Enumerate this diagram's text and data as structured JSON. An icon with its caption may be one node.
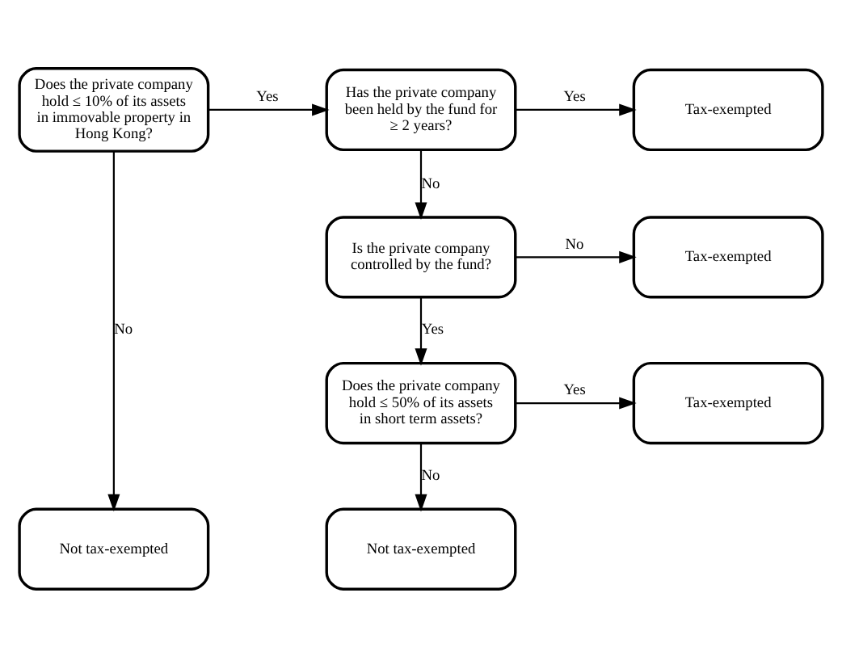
{
  "diagram": {
    "nodes": [
      {
        "text": [
          "Does the private company hold ≤ 10% of its assets in immovable property in Hong Kong?"
        ]
      },
      {
        "text": [
          "Has the private company been held by the fund for ≥ 2 years?"
        ]
      },
      {
        "text": [
          "Tax-exempted"
        ]
      },
      {
        "text": [
          "Is the private company controlled by the fund?"
        ]
      },
      {
        "text": [
          "Tax-exempted"
        ]
      },
      {
        "text": [
          "Does the private company hold ≤ 50% of its assets in short term assets?"
        ]
      },
      {
        "text": [
          "Tax-exempted"
        ]
      },
      {
        "text": [
          "Not tax-exempted"
        ]
      },
      {
        "text": [
          "Not tax-exempted"
        ]
      }
    ],
    "edges": [
      {
        "from": 0,
        "to": 1,
        "arrow": "to",
        "label": "Yes"
      },
      {
        "from": 1,
        "to": 2,
        "arrow": "to",
        "label": "Yes"
      },
      {
        "from": 1,
        "to": 3,
        "arrow": "to",
        "label": "No"
      },
      {
        "from": 3,
        "to": 4,
        "arrow": "to",
        "label": "No"
      },
      {
        "from": 3,
        "to": 5,
        "arrow": "to",
        "label": "Yes"
      },
      {
        "from": 5,
        "to": 6,
        "arrow": "to",
        "label": "Yes"
      },
      {
        "from": 5,
        "to": 8,
        "arrow": "to",
        "label": "No"
      },
      {
        "from": 0,
        "to": 7,
        "arrow": "to",
        "label": "No"
      }
    ]
  }
}
